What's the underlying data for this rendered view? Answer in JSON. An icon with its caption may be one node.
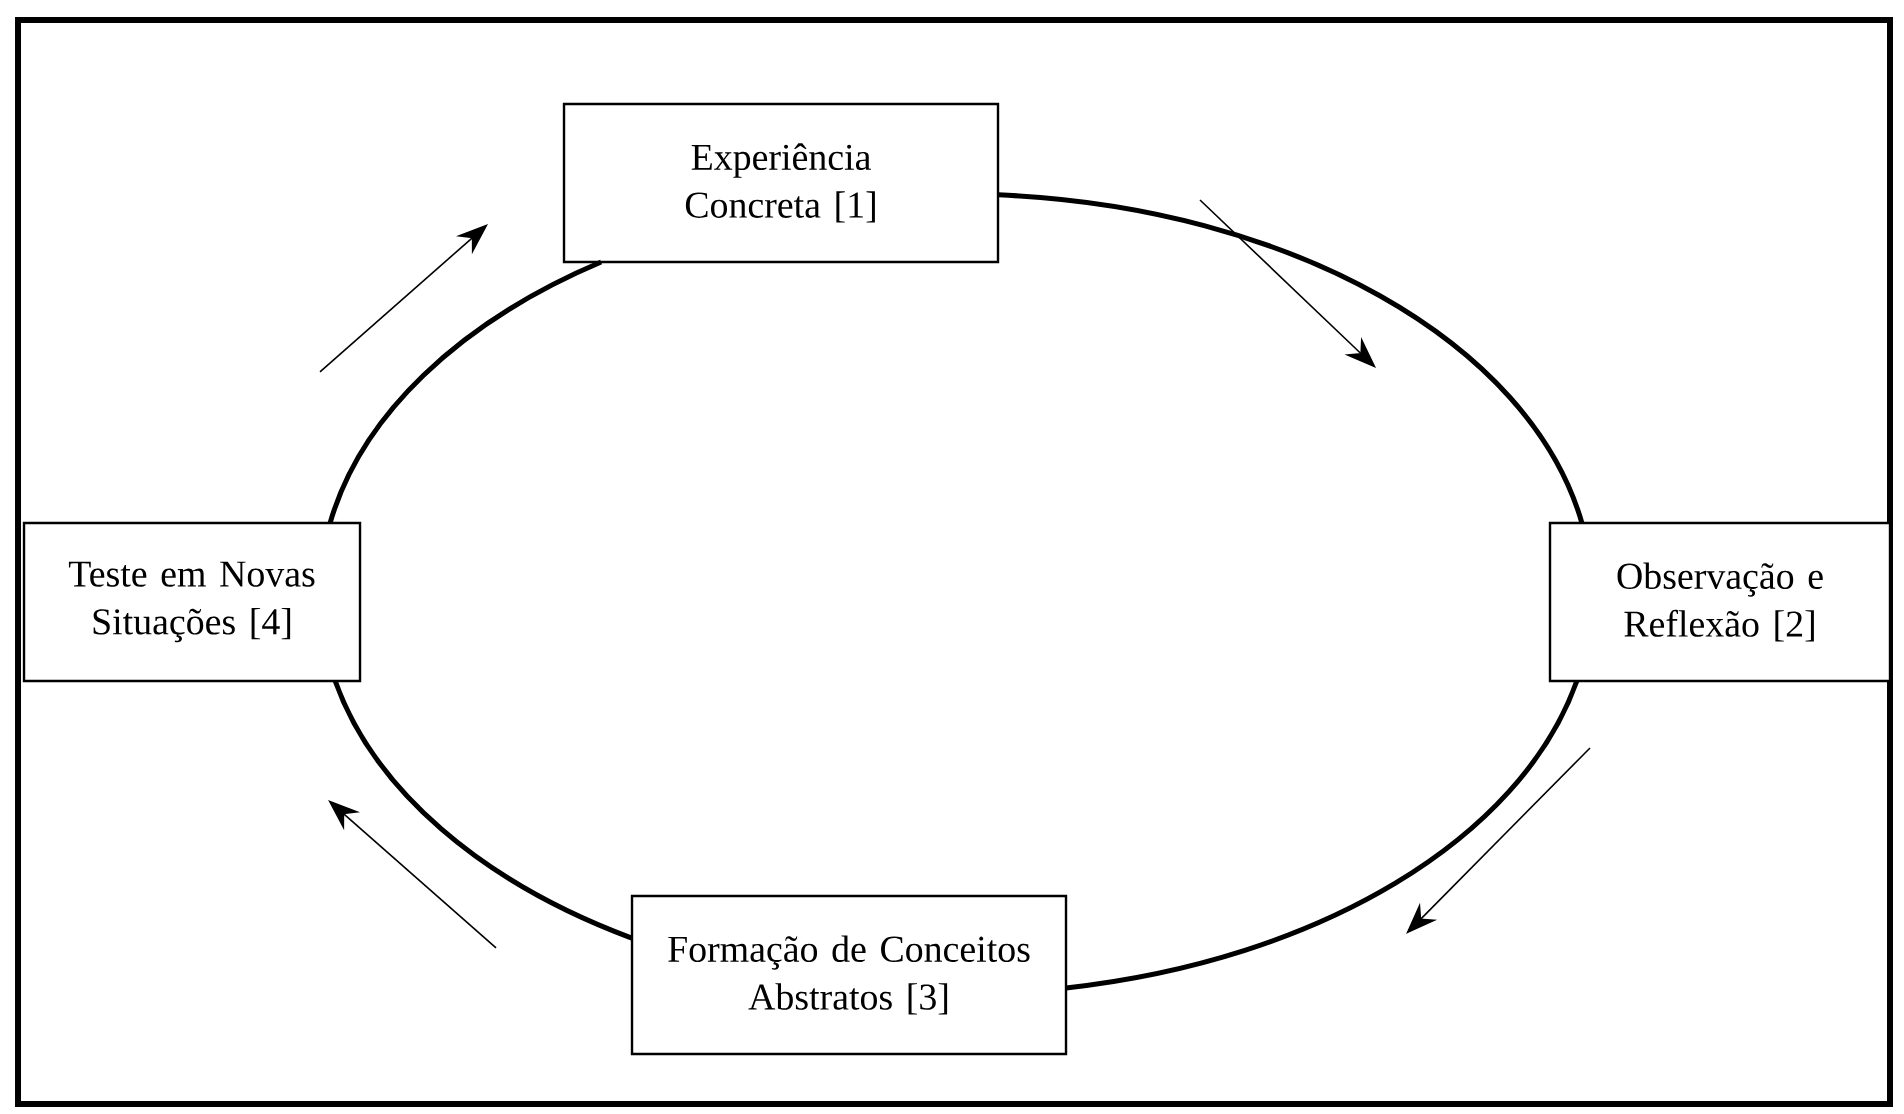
{
  "diagram": {
    "nodes": [
      {
        "text": [
          "Experiência Concreta [1]"
        ]
      },
      {
        "text": [
          "Observação e Reflexão [2]"
        ]
      },
      {
        "text": [
          "Formação de Conceitos Abstratos [3]"
        ]
      },
      {
        "text": [
          "Teste em Novas Situações [4]"
        ]
      }
    ],
    "edges": [
      {
        "from": 0,
        "to": 1,
        "arrow": "none"
      },
      {
        "from": 1,
        "to": 2,
        "arrow": "none"
      },
      {
        "from": 2,
        "to": 3,
        "arrow": "none"
      },
      {
        "from": 3,
        "to": 0,
        "arrow": "none"
      }
    ]
  }
}
